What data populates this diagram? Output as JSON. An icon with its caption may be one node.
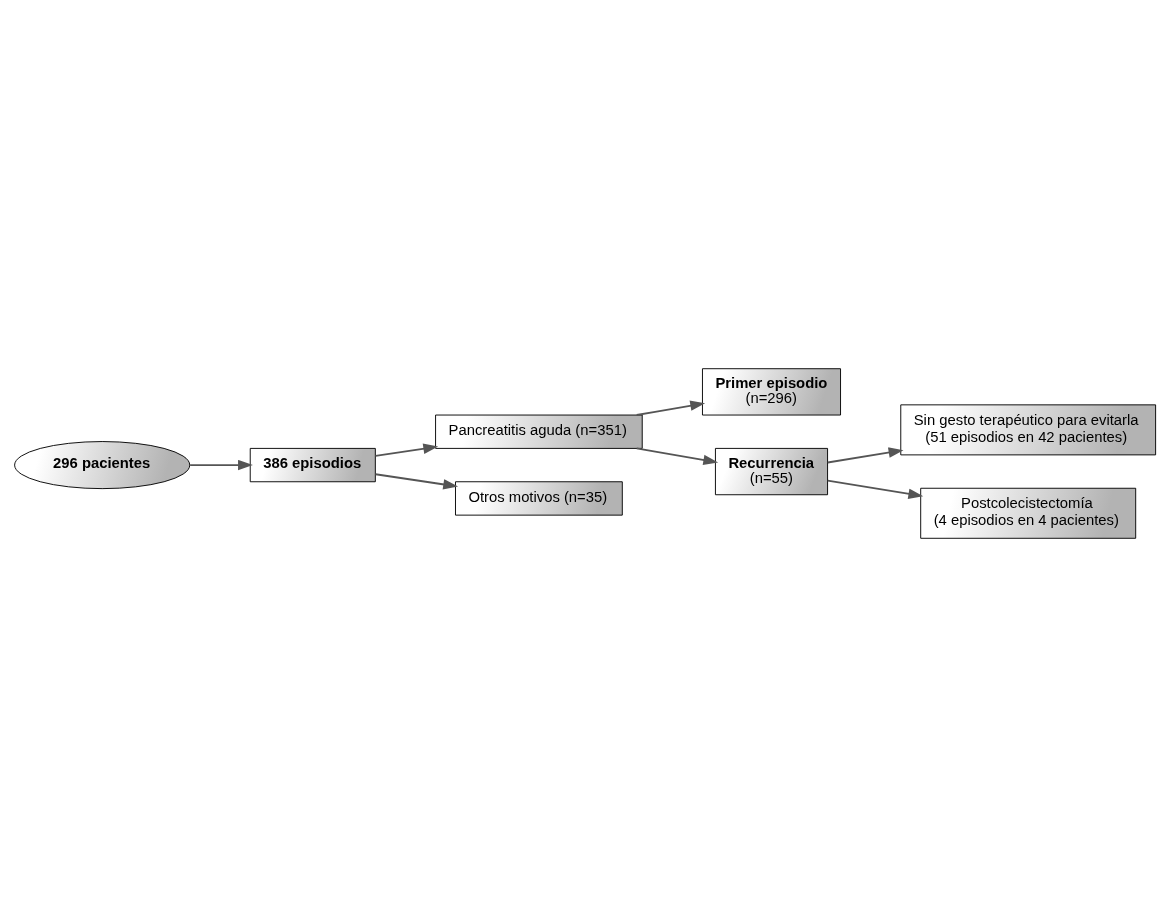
{
  "diagram": {
    "nodes": [
      {
        "text": [
          "296 pacientes"
        ]
      },
      {
        "text": [
          "386 episodios"
        ]
      },
      {
        "text": [
          "Pancreatitis aguda (n=351)"
        ]
      },
      {
        "text": [
          "Otros motivos (n=35)"
        ]
      },
      {
        "text": [
          "Primer episodio",
          "(n=296)"
        ]
      },
      {
        "text": [
          "Recurrencia",
          "(n=55)"
        ]
      },
      {
        "text": [
          "Sin gesto terapéutico para evitarla",
          "(51 episodios en 42 pacientes)"
        ]
      },
      {
        "text": [
          "Postcolecistectomía",
          "(4 episodios en 4 pacientes)"
        ]
      }
    ],
    "edges": [
      {
        "from": 0,
        "to": 1,
        "arrow": "to"
      },
      {
        "from": 1,
        "to": 2,
        "arrow": "to"
      },
      {
        "from": 1,
        "to": 3,
        "arrow": "to"
      },
      {
        "from": 2,
        "to": 4,
        "arrow": "to"
      },
      {
        "from": 2,
        "to": 5,
        "arrow": "to"
      },
      {
        "from": 5,
        "to": 6,
        "arrow": "to"
      },
      {
        "from": 5,
        "to": 7,
        "arrow": "to"
      }
    ]
  }
}
